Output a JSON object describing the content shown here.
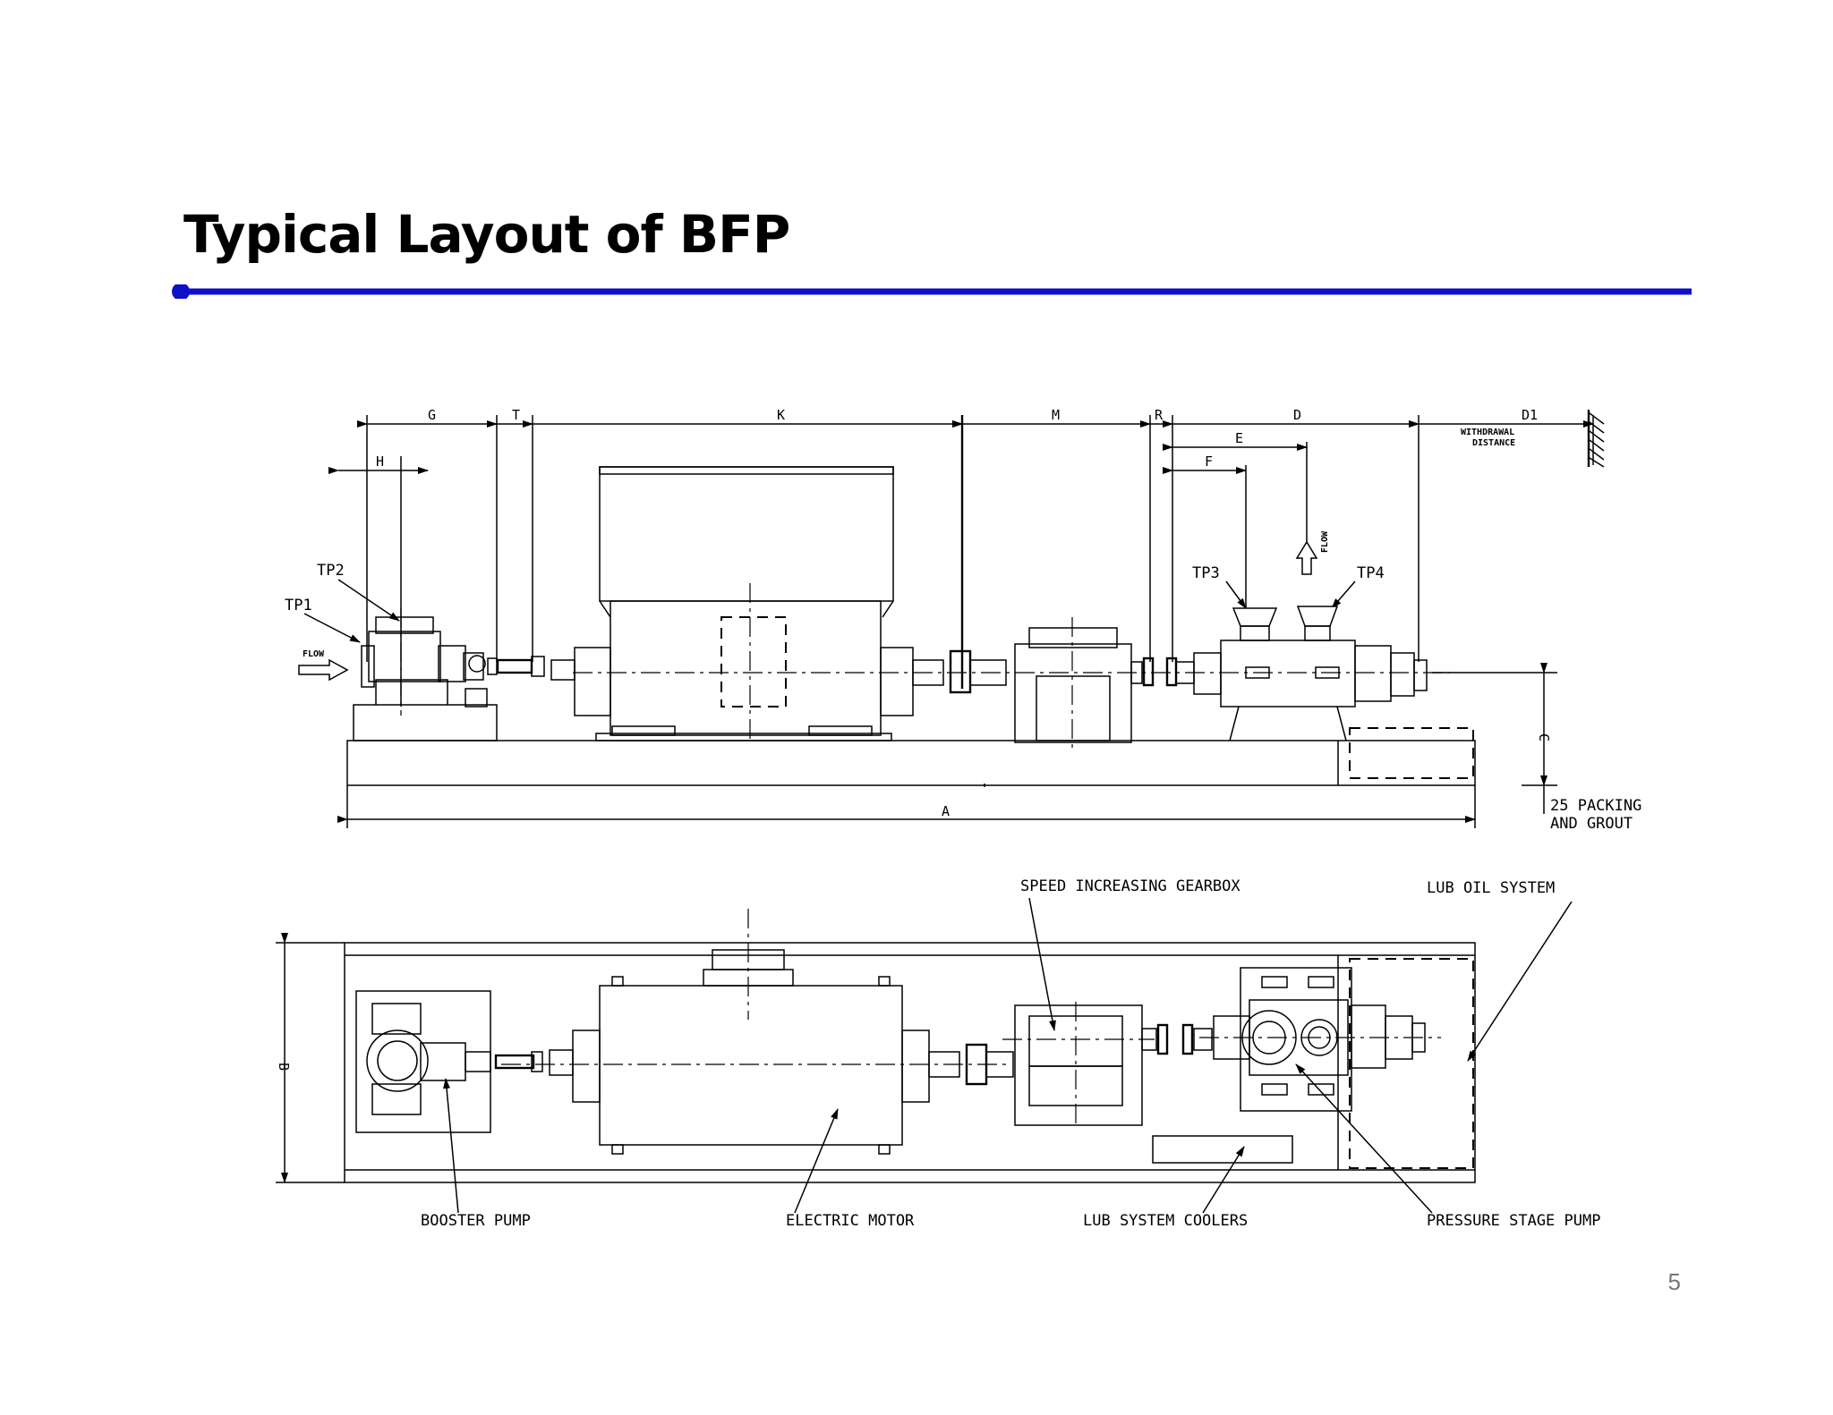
{
  "slide": {
    "title": "Typical Layout of BFP",
    "page_number": "5",
    "accent_color": "#1010c8"
  },
  "diagram": {
    "dimensions": [
      "G",
      "H",
      "T",
      "K",
      "M",
      "R",
      "D",
      "D1",
      "E",
      "F",
      "A",
      "B",
      "C"
    ],
    "withdrawal_line1": "WITHDRAWAL",
    "withdrawal_line2": "DISTANCE",
    "test_points": [
      "TP1",
      "TP2",
      "TP3",
      "TP4"
    ],
    "flow_inlet": "FLOW",
    "flow_outlet": "FLOW",
    "packing_line1": "25 PACKING",
    "packing_line2": "AND GROUT",
    "components": {
      "gearbox": "SPEED INCREASING GEARBOX",
      "lub_oil": "LUB OIL SYSTEM",
      "booster_pump": "BOOSTER PUMP",
      "electric_motor": "ELECTRIC MOTOR",
      "coolers": "LUB SYSTEM COOLERS",
      "pressure_pump": "PRESSURE STAGE PUMP"
    }
  }
}
